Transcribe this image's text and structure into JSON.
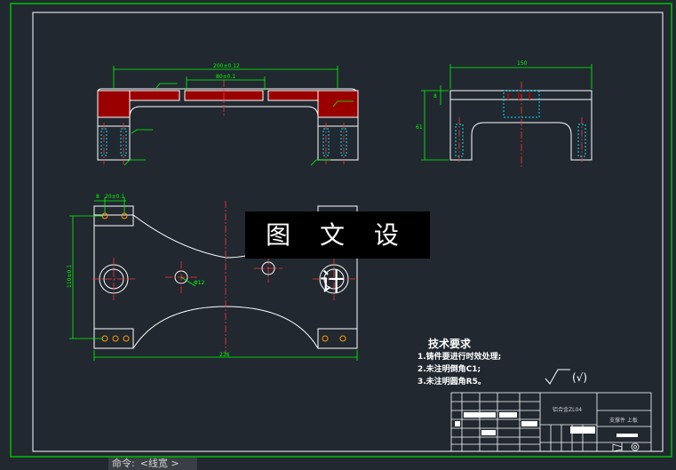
{
  "overlay_title": "图 文 设 计",
  "command_bar": {
    "label": "命令:",
    "value": "<线宽 >"
  },
  "tech_requirements": {
    "title": "技术要求",
    "items": [
      "1.铸件要进行时效处理;",
      "2.未注明倒角C1;",
      "3.未注明圆角R5。"
    ]
  },
  "surface_mark": "(√)",
  "dimensions": {
    "top_width": "200±0.12",
    "top_inner": "80±0.1",
    "side_width": "150",
    "side_height": "61",
    "side_small": "8",
    "plan_width": "236",
    "plan_height": "110±0.1",
    "plan_hole_pitch": "20±0.1",
    "plan_hole_left": "8",
    "hole_dia": "Φ12"
  },
  "title_block": {
    "part_name": "铝合金ZL04",
    "drawing_name": "支撑件 上板"
  },
  "colors": {
    "background": "#212830",
    "frame_border": "#00c000",
    "outline": "#ffffff",
    "dimension": "#00ff00",
    "section": "#c00000",
    "centerline": "#ff3333",
    "hidden": "#00e0ff"
  }
}
